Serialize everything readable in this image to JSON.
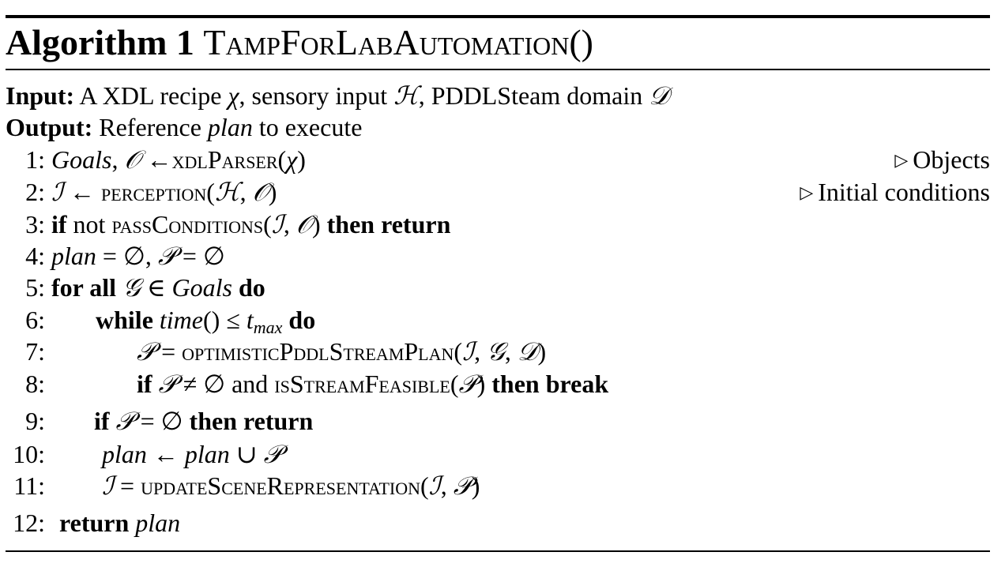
{
  "algorithm": {
    "label": "Algorithm 1",
    "name": "TampForLabAutomation()"
  },
  "input": {
    "label": "Input:",
    "parts": [
      "A XDL recipe ",
      "χ",
      ", sensory input ",
      "ℋ",
      ", PDDLSteam domain ",
      "𝒟"
    ]
  },
  "output": {
    "label": "Output:",
    "parts": [
      "Reference ",
      "plan",
      " to execute"
    ]
  },
  "lines": [
    {
      "num": "1:",
      "comment": "Objects"
    },
    {
      "num": "2:",
      "comment": "Initial conditions"
    },
    {
      "num": "3:"
    },
    {
      "num": "4:"
    },
    {
      "num": "5:"
    },
    {
      "num": "6:"
    },
    {
      "num": "7:"
    },
    {
      "num": "8:"
    },
    {
      "num": "9:"
    },
    {
      "num": "10:"
    },
    {
      "num": "11:"
    },
    {
      "num": "12:"
    }
  ],
  "tokens": {
    "goals": "Goals",
    "obj_set": "𝒪",
    "arrow": "←",
    "xdl_parser": "xdlParser",
    "chi": "χ",
    "init_set": "ℐ",
    "perception": "perception",
    "hist": "ℋ",
    "kw_if": "if",
    "kw_not": "not",
    "pass_conditions": "passConditions",
    "kw_then_return": "then return",
    "plan": "plan",
    "eq": "=",
    "empty": "∅",
    "p_set": "𝒫",
    "kw_for_all": "for all",
    "g_set": "𝒢",
    "elem": "∈",
    "kw_do": "do",
    "kw_while": "while",
    "time": "time",
    "parens": "()",
    "leq": "≤",
    "t": "t",
    "tmax_sub": "max",
    "optimistic": "optimisticPddlStreamPlan",
    "domain": "𝒟",
    "neq": "≠",
    "kw_and": "and",
    "is_stream_feasible": "isStreamFeasible",
    "kw_then_break": "then break",
    "union": "∪",
    "update_scene": "updateSceneRepresentation",
    "kw_return": "return",
    "comma": ",",
    "lp": "(",
    "rp": ")"
  }
}
